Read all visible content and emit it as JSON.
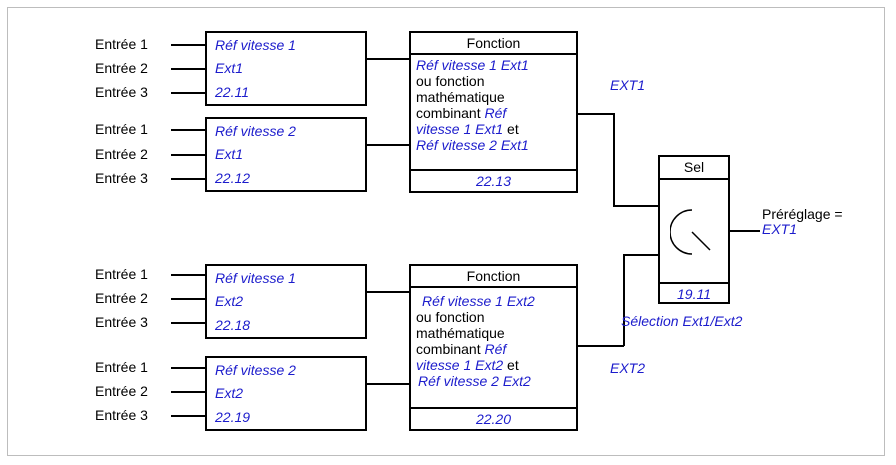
{
  "input_labels": [
    "Entrée 1",
    "Entrée 2",
    "Entrée 3"
  ],
  "block1": {
    "name": "Réf vitesse 1",
    "ext": "Ext1",
    "param": "22.11"
  },
  "block2": {
    "name": "Réf vitesse 2",
    "ext": "Ext1",
    "param": "22.12"
  },
  "block3": {
    "name": "Réf vitesse 1",
    "ext": "Ext2",
    "param": "22.18"
  },
  "block4": {
    "name": "Réf vitesse 2",
    "ext": "Ext2",
    "param": "22.19"
  },
  "func1": {
    "title": "Fonction",
    "ref_a": "Réf vitesse 1 Ext1",
    "or_text": "ou fonction",
    "math_text": "mathématique",
    "combining": "combinant",
    "ref_b_part1": "Réf",
    "ref_b_part2": "vitesse 1 Ext1",
    "and_text": "et",
    "ref_c": "Réf vitesse 2 Ext1",
    "param": "22.13"
  },
  "func2": {
    "title": "Fonction",
    "ref_a": "Réf vitesse 1 Ext2",
    "or_text": "ou fonction",
    "math_text": "mathématique",
    "combining": "combinant",
    "ref_b_part1": "Réf",
    "ref_b_part2": "vitesse 1 Ext2",
    "and_text": "et",
    "ref_c": "Réf vitesse 2 Ext2",
    "param": "22.20"
  },
  "ext1_label": "EXT1",
  "ext2_label": "EXT2",
  "selector": {
    "title": "Sel",
    "param": "19.11",
    "caption": "Sélection Ext1/Ext2"
  },
  "preset": {
    "label": "Préréglage =",
    "value": "EXT1"
  },
  "colors": {
    "param_blue": "#1c1ccc",
    "line": "#000000"
  }
}
